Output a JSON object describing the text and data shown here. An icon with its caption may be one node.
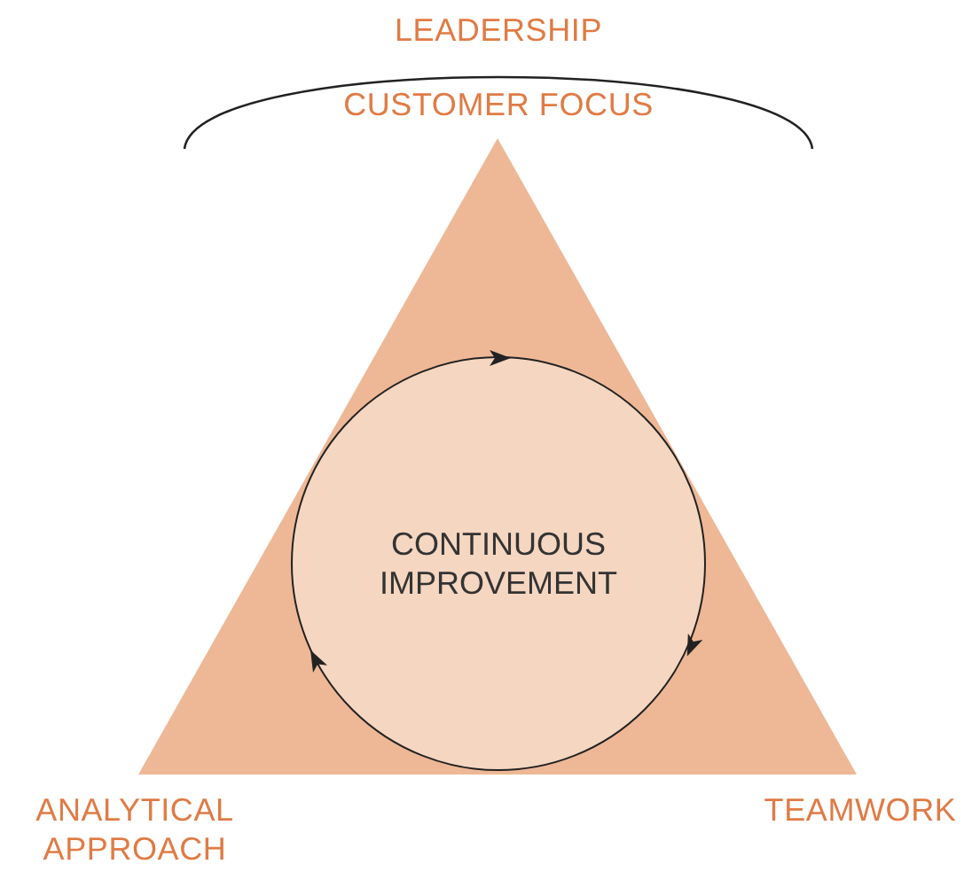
{
  "diagram": {
    "nodes": [
      {
        "text": [],
        "shape": "triangle"
      },
      {
        "text": [
          "CONTINUOUS IMPROVEMENT"
        ],
        "in": 0
      }
    ],
    "edges": [],
    "labels": [
      "LEADERSHIP",
      "CUSTOMER FOCUS",
      "ANALYTICAL APPROACH",
      "TEAMWORK"
    ]
  }
}
